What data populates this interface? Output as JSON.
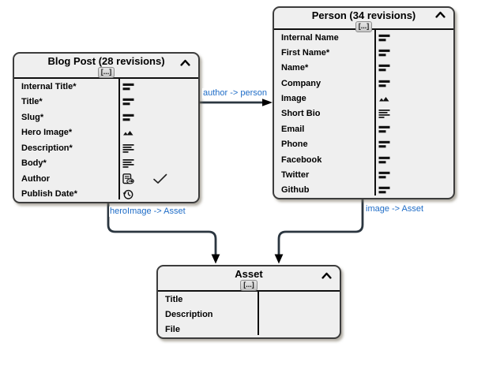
{
  "diagram": {
    "entities": [
      {
        "id": "blog-post",
        "title": "Blog Post (28 revisions)",
        "menu_button": "[...]",
        "collapse_icon": "chevron-up",
        "fields": [
          {
            "label": "Internal Title*",
            "icon": "short-text"
          },
          {
            "label": "Title*",
            "icon": "short-text"
          },
          {
            "label": "Slug*",
            "icon": "short-text"
          },
          {
            "label": "Hero Image*",
            "icon": "image"
          },
          {
            "label": "Description*",
            "icon": "long-text"
          },
          {
            "label": "Body*",
            "icon": "long-text"
          },
          {
            "label": "Author",
            "icon": "reference",
            "check": true
          },
          {
            "label": "Publish Date*",
            "icon": "date"
          }
        ]
      },
      {
        "id": "person",
        "title": "Person (34 revisions)",
        "menu_button": "[...]",
        "collapse_icon": "chevron-up",
        "fields": [
          {
            "label": "Internal Name",
            "icon": "short-text"
          },
          {
            "label": "First Name*",
            "icon": "short-text"
          },
          {
            "label": "Name*",
            "icon": "short-text"
          },
          {
            "label": "Company",
            "icon": "short-text"
          },
          {
            "label": "Image",
            "icon": "image"
          },
          {
            "label": "Short Bio",
            "icon": "long-text"
          },
          {
            "label": "Email",
            "icon": "short-text"
          },
          {
            "label": "Phone",
            "icon": "short-text"
          },
          {
            "label": "Facebook",
            "icon": "short-text"
          },
          {
            "label": "Twitter",
            "icon": "short-text"
          },
          {
            "label": "Github",
            "icon": "short-text"
          }
        ]
      },
      {
        "id": "asset",
        "title": "Asset",
        "menu_button": "[...]",
        "collapse_icon": "chevron-up",
        "fields": [
          {
            "label": "Title",
            "icon": "none"
          },
          {
            "label": "Description",
            "icon": "none"
          },
          {
            "label": "File",
            "icon": "none"
          }
        ]
      }
    ],
    "connectors": [
      {
        "id": "author-person",
        "label": "author -> person"
      },
      {
        "id": "heroimage-asset",
        "label": "heroImage -> Asset"
      },
      {
        "id": "image-asset",
        "label": "image -> Asset"
      }
    ],
    "colors": {
      "box_fill": "#efefef",
      "box_border": "#3c3c3c",
      "line_black": "#101010",
      "connector": "#2b3640",
      "arrowhead": "#000000",
      "label_blue": "#1e6cc7",
      "check": "#222222"
    }
  }
}
